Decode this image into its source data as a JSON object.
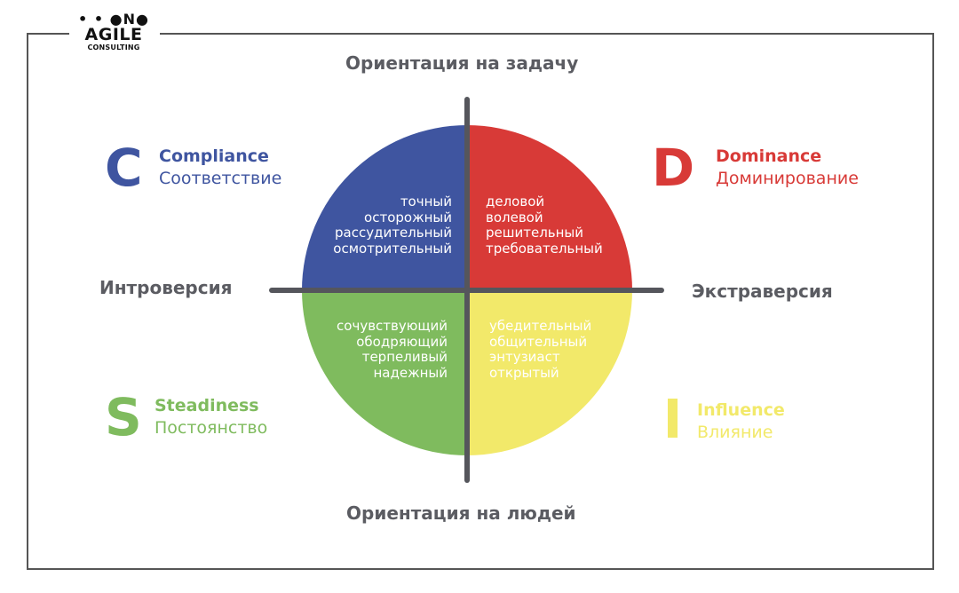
{
  "logo": {
    "dots": "• • ●N●",
    "line1": "AGILE",
    "line2": "CONSULTING"
  },
  "axes": {
    "top": "Ориентация на задачу",
    "bottom": "Ориентация на людей",
    "left": "Интроверсия",
    "right": "Экстраверсия"
  },
  "colors": {
    "compliance": "#3f55a0",
    "dominance": "#d83a37",
    "steadiness": "#7fbb5e",
    "influence": "#f2e96a",
    "axis": "#55565c",
    "label_gray": "#5b5c62"
  },
  "quadrants": {
    "compliance": {
      "letter": "C",
      "name_en": "Compliance",
      "name_ru": "Соответствие",
      "traits": [
        "точный",
        "осторожный",
        "рассудительный",
        "осмотрительный"
      ]
    },
    "dominance": {
      "letter": "D",
      "name_en": "Dominance",
      "name_ru": "Доминирование",
      "traits": [
        "деловой",
        "волевой",
        "решительный",
        "требовательный"
      ]
    },
    "steadiness": {
      "letter": "S",
      "name_en": "Steadiness",
      "name_ru": "Постоянство",
      "traits": [
        "сочувствующий",
        "ободряющий",
        "терпеливый",
        "надежный"
      ]
    },
    "influence": {
      "letter": "I",
      "name_en": "Influence",
      "name_ru": "Влияние",
      "traits": [
        "убедительный",
        "общительный",
        "энтузиаст",
        "открытый"
      ]
    }
  }
}
